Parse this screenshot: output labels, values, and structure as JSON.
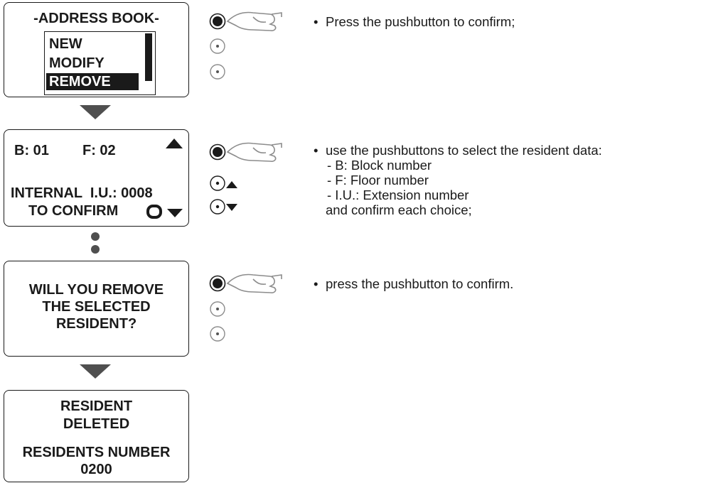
{
  "screen1": {
    "title": "-ADDRESS BOOK-",
    "items": [
      "NEW",
      "MODIFY",
      "REMOVE"
    ],
    "selected": "REMOVE"
  },
  "screen2": {
    "block": "B: 01",
    "floor": "F: 02",
    "internal": "INTERNAL  I.U.: 0008",
    "confirm": "TO CONFIRM"
  },
  "screen3": {
    "lines": [
      "WILL YOU REMOVE",
      "THE SELECTED",
      "RESIDENT?"
    ]
  },
  "screen4": {
    "lines": [
      "RESIDENT",
      "DELETED",
      "RESIDENTS NUMBER",
      "0200"
    ]
  },
  "instructions": {
    "step1": "Press the pushbutton to confirm;",
    "step2": {
      "intro": "use the pushbuttons to select the resident data:",
      "items": [
        "- B: Block number",
        "- F: Floor number",
        "- I.U.: Extension number"
      ],
      "outro": "and confirm each choice;"
    },
    "step3": "press the pushbutton to confirm."
  },
  "bullet": "•",
  "colors": {
    "ink": "#1a1a1a",
    "connector": "#4f4f4f",
    "button_ring": "#8c8c8c"
  }
}
